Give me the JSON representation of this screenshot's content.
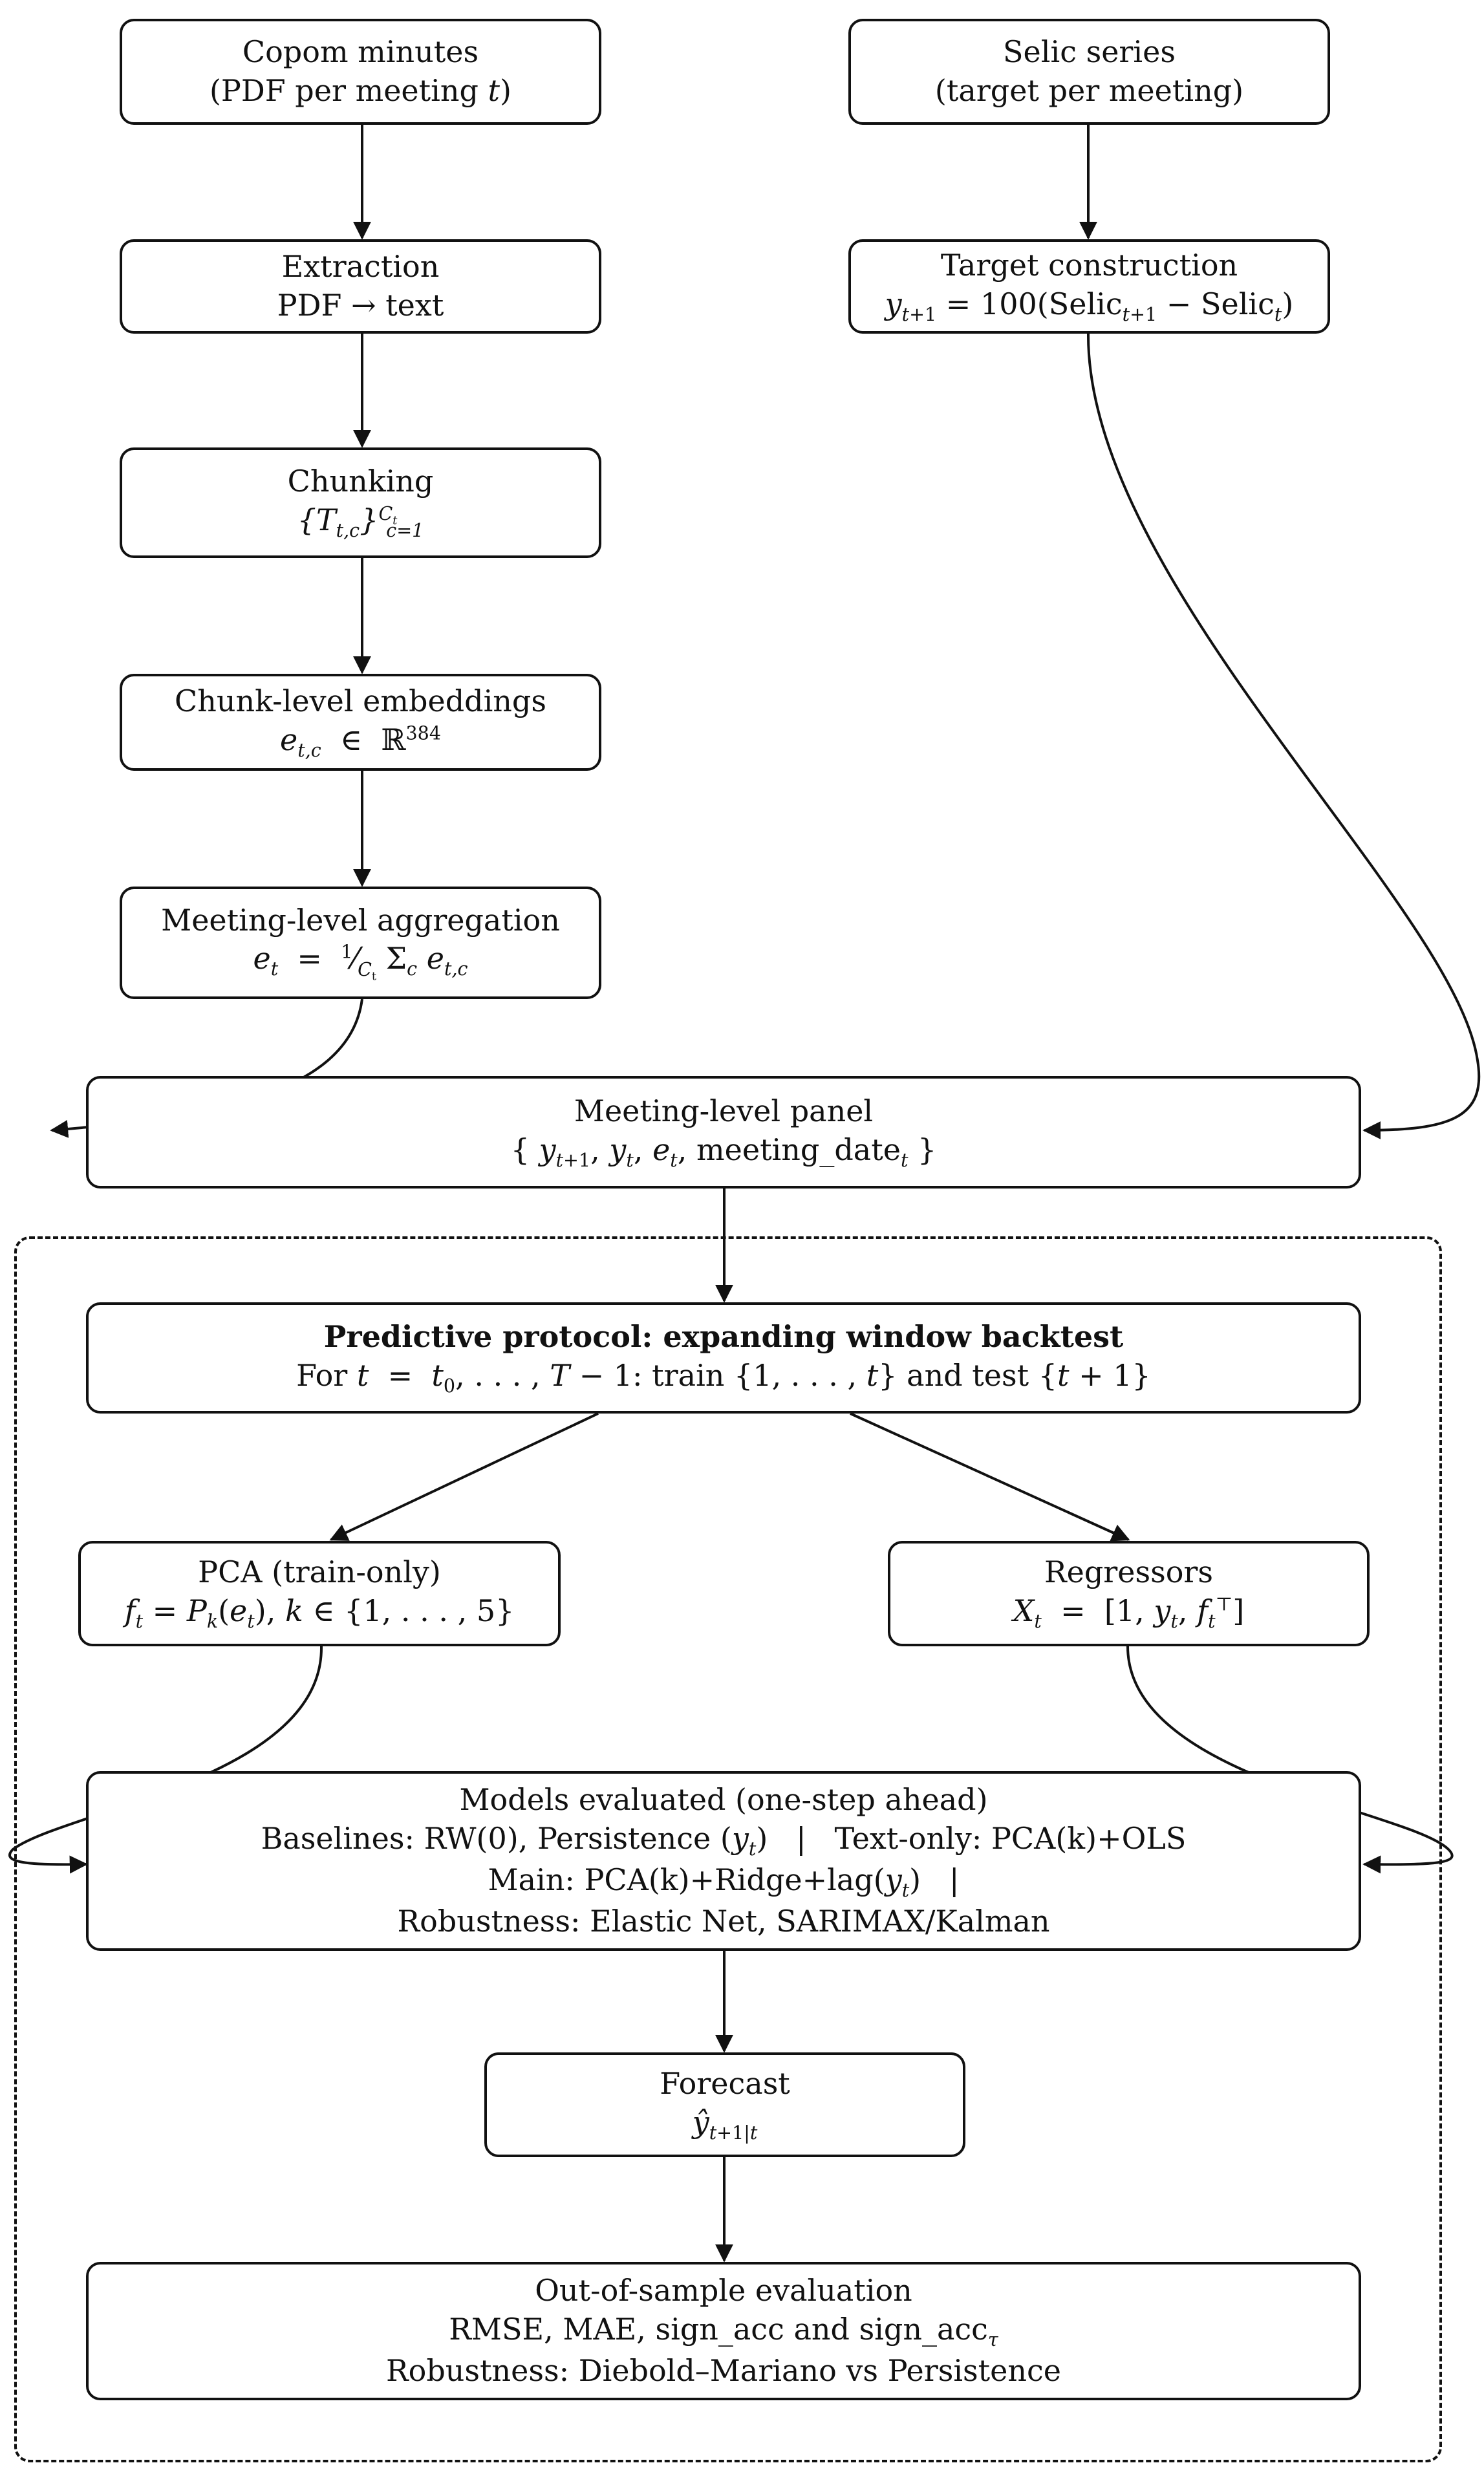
{
  "nodes": {
    "copom": {
      "line1": "Copom minutes",
      "line2": "(PDF per meeting t)"
    },
    "selic": {
      "line1": "Selic series",
      "line2": "(target per meeting)"
    },
    "extraction": {
      "line1": "Extraction",
      "line2": "PDF → text"
    },
    "target": {
      "line1": "Target construction",
      "line2": "y_{t+1} = 100(Selic_{t+1} − Selic_t)"
    },
    "chunking": {
      "line1": "Chunking",
      "line2": "{T_{t,c}}_{c=1}^{C_t}"
    },
    "embeddings": {
      "line1": "Chunk-level embeddings",
      "line2": "e_{t,c} ∈ ℝ^384"
    },
    "aggregation": {
      "line1": "Meeting-level aggregation",
      "line2": "e_t = (1/C_t) Σ_c e_{t,c}"
    },
    "panel": {
      "line1": "Meeting-level panel",
      "line2": "{ y_{t+1}, y_t, e_t, meeting_date_t }"
    },
    "protocol": {
      "line1": "Predictive protocol: expanding window backtest",
      "line2": "For t = t_0, . . . , T − 1: train {1, . . . , t} and test {t + 1}"
    },
    "pca": {
      "line1": "PCA (train-only)",
      "line2": "f_t = P_k(e_t), k ∈ {1, . . . , 5}"
    },
    "regressors": {
      "line1": "Regressors",
      "line2": "X_t = [1, y_t, f_t^⊤]"
    },
    "models": {
      "line1": "Models evaluated (one-step ahead)",
      "line2": "Baselines: RW(0), Persistence (y_t)   |   Text-only: PCA(k)+OLS",
      "line3": "Main: PCA(k)+Ridge+lag(y_t)   |",
      "line4": "Robustness: Elastic Net, SARIMAX/Kalman"
    },
    "forecast": {
      "line1": "Forecast",
      "line2": "ŷ_{t+1|t}"
    },
    "evaluation": {
      "line1": "Out-of-sample evaluation",
      "line2": "RMSE, MAE, sign_acc and sign_acc_τ",
      "line3": "Robustness: Diebold–Mariano vs Persistence"
    }
  },
  "colors": {
    "stroke": "#111111",
    "background": "#ffffff"
  }
}
